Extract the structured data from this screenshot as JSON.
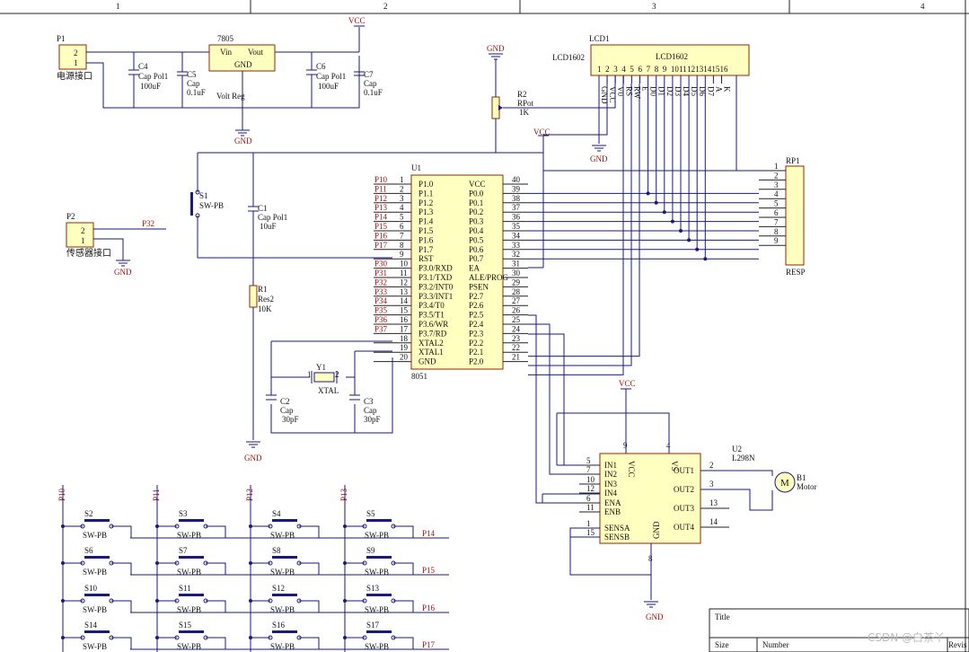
{
  "border": {
    "col1": "1",
    "col2": "2",
    "col3": "3",
    "col4": "4"
  },
  "net": {
    "vcc": "VCC",
    "gnd": "GND"
  },
  "p1": {
    "ref": "P1",
    "label": "电源接口",
    "pin2": "2",
    "pin1": "1"
  },
  "reg": {
    "ref": "7805",
    "vin": "Vin",
    "vout": "Vout",
    "gnd": "GND",
    "name": "Volt Reg"
  },
  "c4": {
    "ref": "C4",
    "type": "Cap Pol1",
    "val": "100uF"
  },
  "c5": {
    "ref": "C5",
    "type": "Cap",
    "val": "0.1uF"
  },
  "c6": {
    "ref": "C6",
    "type": "Cap Pol1",
    "val": "100uF"
  },
  "c7": {
    "ref": "C7",
    "type": "Cap",
    "val": "0.1uF"
  },
  "lcd": {
    "ref": "LCD1",
    "name": "LCD1602",
    "label": "LCD1602",
    "pins": [
      "1",
      "2",
      "3",
      "4",
      "5",
      "6",
      "7",
      "8",
      "9",
      "10",
      "11",
      "12",
      "13",
      "14",
      "15",
      "16"
    ],
    "sigs": [
      "GND",
      "VCC",
      "V0",
      "RS",
      "RW",
      "E",
      "D0",
      "D1",
      "D2",
      "D3",
      "D4",
      "D5",
      "D6",
      "D7",
      "A",
      "K"
    ]
  },
  "r2": {
    "ref": "R2",
    "type": "RPot",
    "val": "1K"
  },
  "s1": {
    "ref": "S1",
    "type": "SW-PB"
  },
  "c1": {
    "ref": "C1",
    "type": "Cap Pol1",
    "val": "10uF"
  },
  "r1": {
    "ref": "R1",
    "type": "Res2",
    "val": "10K"
  },
  "p2": {
    "ref": "P2",
    "label": "传感器接口",
    "pin2": "2",
    "pin1": "1",
    "net": "P32"
  },
  "y1": {
    "ref": "Y1",
    "type": "XTAL",
    "pin1": "1",
    "pin2": "2"
  },
  "c2": {
    "ref": "C2",
    "type": "Cap",
    "val": "30pF"
  },
  "c3": {
    "ref": "C3",
    "type": "Cap",
    "val": "30pF"
  },
  "mcu": {
    "ref": "U1",
    "name": "8051",
    "left": [
      {
        "net": "P10",
        "num": "1",
        "name": "P1.0"
      },
      {
        "net": "P11",
        "num": "2",
        "name": "P1.1"
      },
      {
        "net": "P12",
        "num": "3",
        "name": "P1.2"
      },
      {
        "net": "P13",
        "num": "4",
        "name": "P1.3"
      },
      {
        "net": "P14",
        "num": "5",
        "name": "P1.4"
      },
      {
        "net": "P15",
        "num": "6",
        "name": "P1.5"
      },
      {
        "net": "P16",
        "num": "7",
        "name": "P1.6"
      },
      {
        "net": "P17",
        "num": "8",
        "name": "P1.7"
      },
      {
        "net": "",
        "num": "9",
        "name": "RST"
      },
      {
        "net": "P30",
        "num": "10",
        "name": "P3.0/RXD"
      },
      {
        "net": "P31",
        "num": "11",
        "name": "P3.1/TXD"
      },
      {
        "net": "P32",
        "num": "12",
        "name": "P3.2/INT0"
      },
      {
        "net": "P33",
        "num": "13",
        "name": "P3.3/INT1"
      },
      {
        "net": "P34",
        "num": "14",
        "name": "P3.4/T0"
      },
      {
        "net": "P35",
        "num": "15",
        "name": "P3.5/T1"
      },
      {
        "net": "P36",
        "num": "16",
        "name": "P3.6/WR"
      },
      {
        "net": "P37",
        "num": "17",
        "name": "P3.7/RD"
      },
      {
        "net": "",
        "num": "18",
        "name": "XTAL2"
      },
      {
        "net": "",
        "num": "19",
        "name": "XTAL1"
      },
      {
        "net": "",
        "num": "20",
        "name": "GND"
      }
    ],
    "right": [
      {
        "num": "40",
        "name": "VCC"
      },
      {
        "num": "39",
        "name": "P0.0"
      },
      {
        "num": "38",
        "name": "P0.1"
      },
      {
        "num": "37",
        "name": "P0.2"
      },
      {
        "num": "36",
        "name": "P0.3"
      },
      {
        "num": "35",
        "name": "P0.4"
      },
      {
        "num": "34",
        "name": "P0.5"
      },
      {
        "num": "33",
        "name": "P0.6"
      },
      {
        "num": "32",
        "name": "P0.7"
      },
      {
        "num": "31",
        "name": "EA"
      },
      {
        "num": "30",
        "name": "ALE/PROG"
      },
      {
        "num": "29",
        "name": "PSEN"
      },
      {
        "num": "28",
        "name": "P2.7"
      },
      {
        "num": "27",
        "name": "P2.6"
      },
      {
        "num": "26",
        "name": "P2.5"
      },
      {
        "num": "25",
        "name": "P2.4"
      },
      {
        "num": "24",
        "name": "P2.3"
      },
      {
        "num": "23",
        "name": "P2.2"
      },
      {
        "num": "22",
        "name": "P2.1"
      },
      {
        "num": "21",
        "name": "P2.0"
      }
    ]
  },
  "rp1": {
    "ref": "RP1",
    "name": "RESP",
    "pins": [
      "1",
      "2",
      "3",
      "4",
      "5",
      "6",
      "7",
      "8",
      "9"
    ]
  },
  "u2": {
    "ref": "U2",
    "name": "L298N",
    "left": [
      {
        "num": "5",
        "name": "IN1"
      },
      {
        "num": "7",
        "name": "IN2"
      },
      {
        "num": "10",
        "name": "IN3"
      },
      {
        "num": "12",
        "name": "IN4"
      },
      {
        "num": "6",
        "name": "ENA"
      },
      {
        "num": "11",
        "name": "ENB"
      },
      {
        "num": "1",
        "name": "SENSA"
      },
      {
        "num": "15",
        "name": "SENSB"
      }
    ],
    "right": [
      {
        "num": "2",
        "name": "OUT1"
      },
      {
        "num": "3",
        "name": "OUT2"
      },
      {
        "num": "13",
        "name": "OUT3"
      },
      {
        "num": "14",
        "name": "OUT4"
      }
    ],
    "top": [
      {
        "num": "9",
        "name": "VCC"
      },
      {
        "num": "4",
        "name": "VS"
      }
    ],
    "bottom": {
      "num": "8",
      "name": "GND"
    }
  },
  "b1": {
    "ref": "B1",
    "type": "Motor",
    "sym": "M"
  },
  "keypad": {
    "cols": [
      "P10",
      "P11",
      "P12",
      "P13"
    ],
    "rows": [
      "P14",
      "P15",
      "P16",
      "P17"
    ],
    "switches": [
      [
        "S2",
        "S3",
        "S4",
        "S5"
      ],
      [
        "S6",
        "S7",
        "S8",
        "S9"
      ],
      [
        "S10",
        "S11",
        "S12",
        "S13"
      ],
      [
        "S14",
        "S15",
        "S16",
        "S17"
      ]
    ],
    "type": "SW-PB"
  },
  "titleblock": {
    "title": "Title",
    "size": "Size",
    "number": "Number",
    "rev": "Revis"
  },
  "watermark": "CSDN @白茶丫"
}
